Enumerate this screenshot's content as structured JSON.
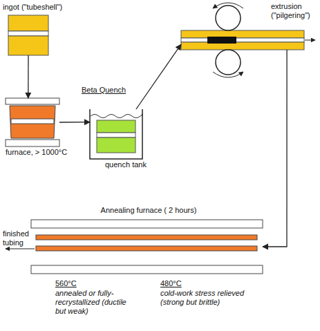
{
  "diagram": {
    "nodes": [
      {
        "text": [
          "ingot (\"tubeshell\")"
        ]
      },
      {
        "text": [
          "furnace, > 1000°C"
        ]
      },
      {
        "text": [
          "quench tank"
        ]
      },
      {
        "text": [
          "extrusion (\"pilgering\")"
        ]
      },
      {
        "text": [
          "Annealing furnace ( 2 hours)"
        ]
      }
    ],
    "edges": [
      {
        "from": 0,
        "to": 1,
        "arrow": "to"
      },
      {
        "from": 1,
        "to": 2,
        "label": "Beta Quench",
        "arrow": "to"
      },
      {
        "from": 2,
        "to": 3,
        "arrow": "to"
      },
      {
        "from": 3,
        "to": 4,
        "arrow": "to"
      }
    ],
    "labels": [
      "finished tubing",
      "560°C",
      "annealed or fully-recrystallized (ductile but weak)",
      "480°C",
      "cold-work stress relieved (strong but brittle)"
    ]
  }
}
